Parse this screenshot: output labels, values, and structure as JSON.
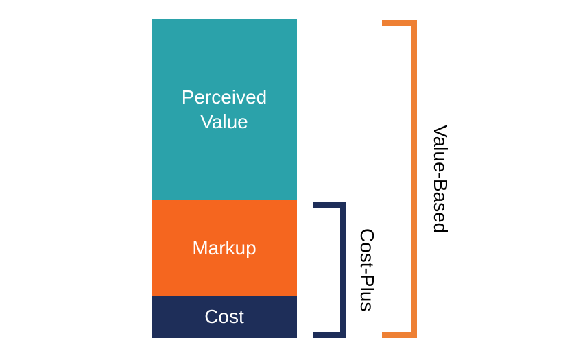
{
  "diagram": {
    "bar": {
      "segments": [
        {
          "label": "Perceived Value",
          "color": "#2BA2AA"
        },
        {
          "label": "Markup",
          "color": "#F5661F"
        },
        {
          "label": "Cost",
          "color": "#1E2E59"
        }
      ]
    },
    "brackets": [
      {
        "label": "Cost-Plus",
        "color": "#1E2E59"
      },
      {
        "label": "Value-Based",
        "color": "#EE8034"
      }
    ]
  },
  "colors": {
    "background": "#FFFFFF",
    "segment_text": "#FFFFFF",
    "bracket_label_text": "#000000"
  }
}
